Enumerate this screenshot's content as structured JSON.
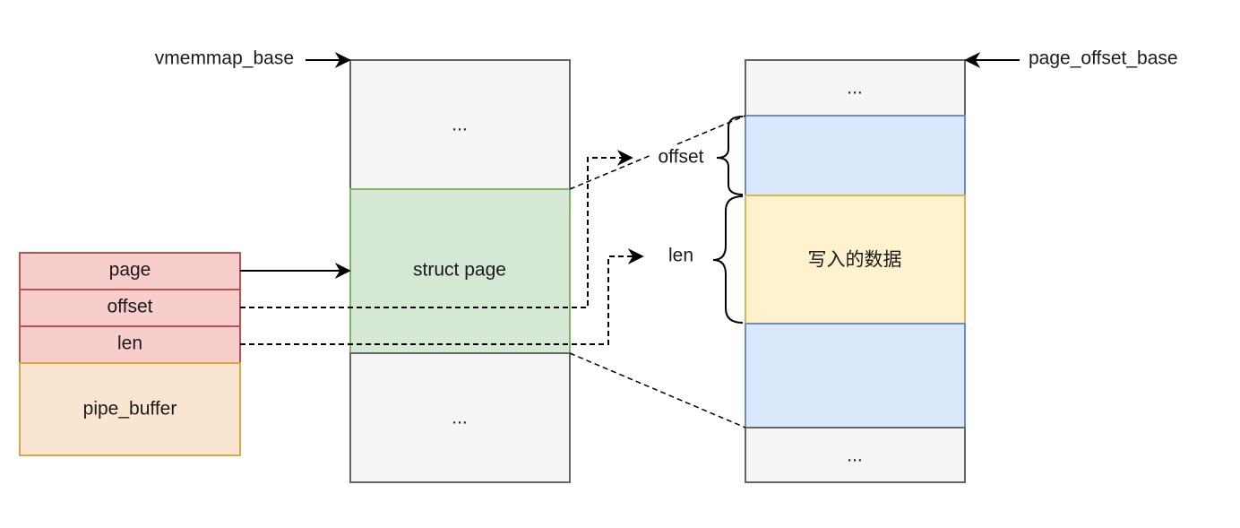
{
  "pipe_buffer": {
    "fields": [
      "page",
      "offset",
      "len"
    ],
    "name": "pipe_buffer"
  },
  "vmemmap": {
    "base_label": "vmemmap_base",
    "top_cell": "...",
    "struct_page_label": "struct page",
    "bottom_cell": "..."
  },
  "page_memory": {
    "base_label": "page_offset_base",
    "top_cell": "...",
    "offset_label": "offset",
    "len_label": "len",
    "data_label": "写入的数据",
    "bottom_cell": "..."
  },
  "colors": {
    "pipe_field_fill": "#f8cecc",
    "pipe_field_stroke": "#b85450",
    "pipe_body_fill": "#fae6d0",
    "pipe_body_stroke": "#d6a847",
    "grey_fill": "#f5f5f5",
    "grey_stroke": "#666666",
    "green_fill": "#d5e8d4",
    "green_stroke": "#82b366",
    "blue_fill": "#dae8fc",
    "blue_stroke": "#6c8ebf",
    "yellow_fill": "#fff2cc",
    "yellow_stroke": "#d6b656"
  }
}
